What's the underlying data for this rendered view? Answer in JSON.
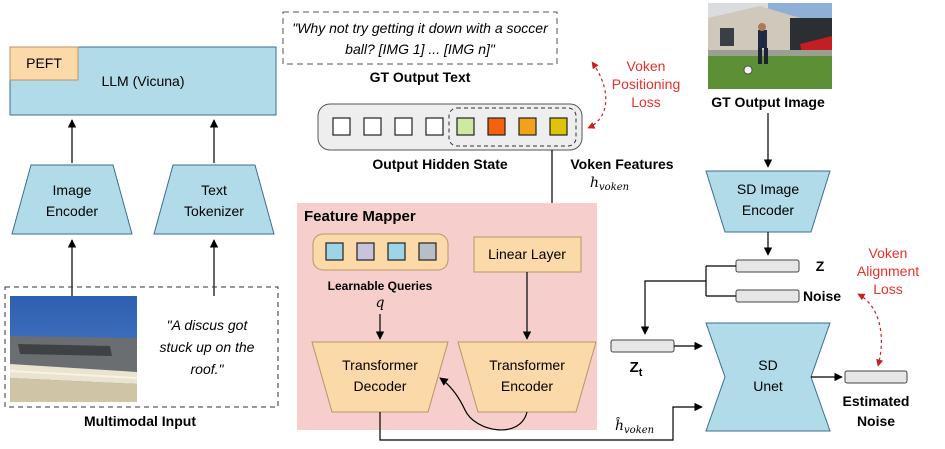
{
  "llm": {
    "peft": "PEFT",
    "label": "LLM (Vicuna)"
  },
  "left": {
    "image_encoder": [
      "Image",
      "Encoder"
    ],
    "text_tokenizer": [
      "Text",
      "Tokenizer"
    ],
    "quote": [
      "\"A discus got",
      "stuck up on the",
      "roof.\""
    ],
    "caption": "Multimodal Input"
  },
  "gt_text": {
    "quote": [
      "\"Why not try getting it down with a soccer",
      "ball? [IMG 1] ... [IMG n]\""
    ],
    "caption": "GT Output Text"
  },
  "hidden_state": {
    "caption": "Output Hidden State",
    "voken_colors": [
      "#cfe8a4",
      "#f2620f",
      "#f0a21c",
      "#dfc20a"
    ]
  },
  "voken_positioning_loss": [
    "Voken",
    "Positioning",
    "Loss"
  ],
  "voken_features": {
    "label": "Voken Features",
    "symbol_base": "h",
    "symbol_sub": "voken"
  },
  "feature_mapper": {
    "title": "Feature Mapper",
    "query_colors": [
      "#9fd3e6",
      "#c9c2dd",
      "#9fd3e6",
      "#b8bec5"
    ],
    "queries_label": "Learnable Queries",
    "queries_symbol": "q",
    "linear_layer": "Linear Layer",
    "decoder": [
      "Transformer",
      "Decoder"
    ],
    "encoder": [
      "Transformer",
      "Encoder"
    ]
  },
  "h_hat": {
    "base": "ĥ",
    "sub": "voken"
  },
  "gt_image": {
    "caption": "GT Output Image"
  },
  "sd_image_encoder": [
    "SD Image",
    "Encoder"
  ],
  "z_label": "Z",
  "noise_label": "Noise",
  "zt": {
    "base": "Z",
    "sub": "t"
  },
  "unet": [
    "SD",
    "Unet"
  ],
  "voken_alignment_loss": [
    "Voken",
    "Alignment",
    "Loss"
  ],
  "estimated_noise": [
    "Estimated",
    "Noise"
  ]
}
